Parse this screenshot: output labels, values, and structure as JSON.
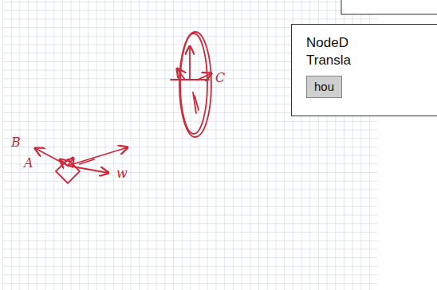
{
  "diagram": {
    "nodes": [
      {
        "text": [
          "NodeD",
          "Transla"
        ]
      },
      {
        "text": [
          "hou"
        ],
        "in": 0
      }
    ],
    "labels": [
      "C",
      "B",
      "A",
      "w"
    ]
  }
}
